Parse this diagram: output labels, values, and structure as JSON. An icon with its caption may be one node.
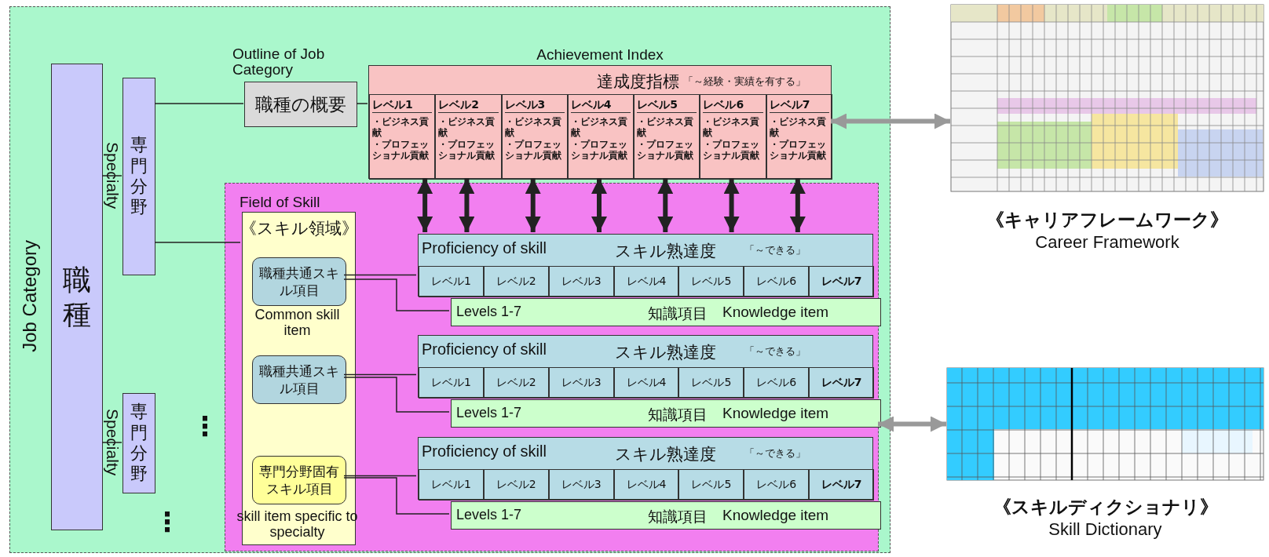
{
  "diagram": {
    "nodes": [
      {
        "text": [],
        "shape": "box"
      },
      {
        "text": [
          "職種"
        ],
        "in": 0,
        "beside": [
          "Job Category"
        ]
      },
      {
        "text": [
          "専門分野"
        ],
        "in": 0,
        "beside": [
          "Specialty"
        ]
      },
      {
        "text": [
          "専門分野"
        ],
        "in": 0,
        "beside": [
          "Specialty"
        ]
      },
      {
        "text": [
          "Outline of Job Category",
          "職種の概要"
        ],
        "in": 0
      },
      {
        "text": [
          "Achievement Index",
          "達成度指標",
          "「～経験・実績を有する」"
        ],
        "in": 0
      },
      {
        "text": [
          "レベル1",
          "・ビジネス貢献",
          "・プロフェッショナル貢献"
        ],
        "in": 5
      },
      {
        "text": [
          "レベル2",
          "・ビジネス貢献",
          "・プロフェッショナル貢献"
        ],
        "in": 5
      },
      {
        "text": [
          "レベル3",
          "・ビジネス貢献",
          "・プロフェッショナル貢献"
        ],
        "in": 5
      },
      {
        "text": [
          "レベル4",
          "・ビジネス貢献",
          "・プロフェッショナル貢献"
        ],
        "in": 5
      },
      {
        "text": [
          "レベル5",
          "・ビジネス貢献",
          "・プロフェッショナル貢献"
        ],
        "in": 5
      },
      {
        "text": [
          "レベル6",
          "・ビジネス貢献",
          "・プロフェッショナル貢献"
        ],
        "in": 5
      },
      {
        "text": [
          "レベル7",
          "・ビジネス貢献",
          "・プロフェッショナル貢献"
        ],
        "in": 5
      },
      {
        "text": [],
        "shape": "box",
        "in": 0
      },
      {
        "text": [
          "Field of Skill",
          "《スキル領域》"
        ],
        "in": 13
      },
      {
        "text": [
          "職種共通スキル項目"
        ],
        "in": 14,
        "beside": [
          "Common skill item"
        ]
      },
      {
        "text": [
          "職種共通スキル項目"
        ],
        "in": 14
      },
      {
        "text": [
          "専門分野固有スキル項目"
        ],
        "in": 14,
        "beside": [
          "skill item specific to specialty"
        ]
      },
      {
        "text": [
          "Proficiency of skill",
          "スキル熟達度",
          "「～できる」"
        ],
        "in": 13
      },
      {
        "text": [
          "レベル1"
        ],
        "in": 18
      },
      {
        "text": [
          "レベル2"
        ],
        "in": 18
      },
      {
        "text": [
          "レベル3"
        ],
        "in": 18
      },
      {
        "text": [
          "レベル4"
        ],
        "in": 18
      },
      {
        "text": [
          "レベル5"
        ],
        "in": 18
      },
      {
        "text": [
          "レベル6"
        ],
        "in": 18
      },
      {
        "text": [
          "レベル7"
        ],
        "in": 18
      },
      {
        "text": [
          "Levels 1-7",
          "知識項目",
          "Knowledge item"
        ],
        "in": 13
      },
      {
        "text": [
          "Proficiency of skill",
          "スキル熟達度",
          "「～できる」"
        ],
        "in": 13
      },
      {
        "text": [
          "レベル1"
        ],
        "in": 27
      },
      {
        "text": [
          "レベル2"
        ],
        "in": 27
      },
      {
        "text": [
          "レベル3"
        ],
        "in": 27
      },
      {
        "text": [
          "レベル4"
        ],
        "in": 27
      },
      {
        "text": [
          "レベル5"
        ],
        "in": 27
      },
      {
        "text": [
          "レベル6"
        ],
        "in": 27
      },
      {
        "text": [
          "レベル7"
        ],
        "in": 27
      },
      {
        "text": [
          "Levels 1-7",
          "知識項目",
          "Knowledge item"
        ],
        "in": 13
      },
      {
        "text": [
          "Proficiency of skill",
          "スキル熟達度",
          "「～できる」"
        ],
        "in": 13
      },
      {
        "text": [
          "レベル1"
        ],
        "in": 36
      },
      {
        "text": [
          "レベル2"
        ],
        "in": 36
      },
      {
        "text": [
          "レベル3"
        ],
        "in": 36
      },
      {
        "text": [
          "レベル4"
        ],
        "in": 36
      },
      {
        "text": [
          "レベル5"
        ],
        "in": 36
      },
      {
        "text": [
          "レベル6"
        ],
        "in": 36
      },
      {
        "text": [
          "レベル7"
        ],
        "in": 36
      },
      {
        "text": [
          "Levels 1-7",
          "知識項目",
          "Knowledge item"
        ],
        "in": 13
      },
      {
        "text": [],
        "shape": "picture",
        "beside": [
          "《キャリアフレームワーク》",
          "Career Framework"
        ]
      },
      {
        "text": [],
        "shape": "picture",
        "beside": [
          "《スキルディクショナリ》",
          "Skill Dictionary"
        ]
      }
    ],
    "edges": [
      {
        "from": 1,
        "to": 2,
        "arrow": "none"
      },
      {
        "from": 1,
        "to": 3,
        "arrow": "none"
      },
      {
        "from": 2,
        "to": 4,
        "arrow": "none"
      },
      {
        "from": 2,
        "to": 14,
        "arrow": "none"
      },
      {
        "from": 4,
        "to": 5,
        "arrow": "none"
      },
      {
        "from": 6,
        "to": 18,
        "arrow": "both",
        "style": "thick"
      },
      {
        "from": 7,
        "to": 18,
        "arrow": "both",
        "style": "thick"
      },
      {
        "from": 8,
        "to": 18,
        "arrow": "both",
        "style": "thick"
      },
      {
        "from": 9,
        "to": 18,
        "arrow": "both",
        "style": "thick"
      },
      {
        "from": 10,
        "to": 18,
        "arrow": "both",
        "style": "thick"
      },
      {
        "from": 11,
        "to": 18,
        "arrow": "both",
        "style": "thick"
      },
      {
        "from": 12,
        "to": 18,
        "arrow": "both",
        "style": "thick"
      },
      {
        "from": 15,
        "to": 18,
        "arrow": "none"
      },
      {
        "from": 15,
        "to": 26,
        "arrow": "none"
      },
      {
        "from": 16,
        "to": 27,
        "arrow": "none"
      },
      {
        "from": 16,
        "to": 35,
        "arrow": "none"
      },
      {
        "from": 17,
        "to": 36,
        "arrow": "none"
      },
      {
        "from": 17,
        "to": 44,
        "arrow": "none"
      },
      {
        "from": 5,
        "to": 45,
        "arrow": "both",
        "style": "thick",
        "color": "#999999"
      },
      {
        "from": 13,
        "to": 46,
        "arrow": "both",
        "style": "thick",
        "color": "#999999"
      }
    ],
    "labels": [
      "⋮",
      "⋮"
    ]
  }
}
